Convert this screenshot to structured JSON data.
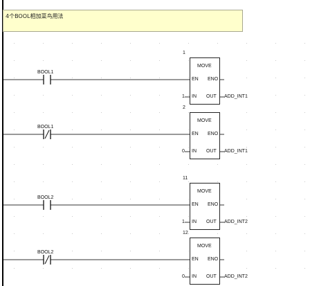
{
  "comment": "4个BOOL相加菜鸟用法",
  "colors": {
    "comment_bg": "#ffffcc",
    "power_rail": "#000000",
    "wire": "#333333",
    "grid_dot": "#c8c8c8"
  },
  "networks": [
    {
      "block_number": "1",
      "contact": {
        "variable": "BOOL1",
        "type": "normally-open"
      },
      "block": {
        "title": "MOVE",
        "en": "EN",
        "eno": "ENO",
        "in_label": "IN",
        "out_label": "OUT",
        "in_value": "1",
        "out_value": "ADD_INT1"
      }
    },
    {
      "block_number": "2",
      "contact": {
        "variable": "BOOL1",
        "type": "normally-closed"
      },
      "block": {
        "title": "MOVE",
        "en": "EN",
        "eno": "ENO",
        "in_label": "IN",
        "out_label": "OUT",
        "in_value": "0",
        "out_value": "ADD_INT1"
      }
    },
    {
      "block_number": "11",
      "contact": {
        "variable": "BOOL2",
        "type": "normally-open"
      },
      "block": {
        "title": "MOVE",
        "en": "EN",
        "eno": "ENO",
        "in_label": "IN",
        "out_label": "OUT",
        "in_value": "1",
        "out_value": "ADD_INT2"
      }
    },
    {
      "block_number": "12",
      "contact": {
        "variable": "BOOL2",
        "type": "normally-closed"
      },
      "block": {
        "title": "MOVE",
        "en": "EN",
        "eno": "ENO",
        "in_label": "IN",
        "out_label": "OUT",
        "in_value": "0",
        "out_value": "ADD_INT2"
      }
    }
  ]
}
